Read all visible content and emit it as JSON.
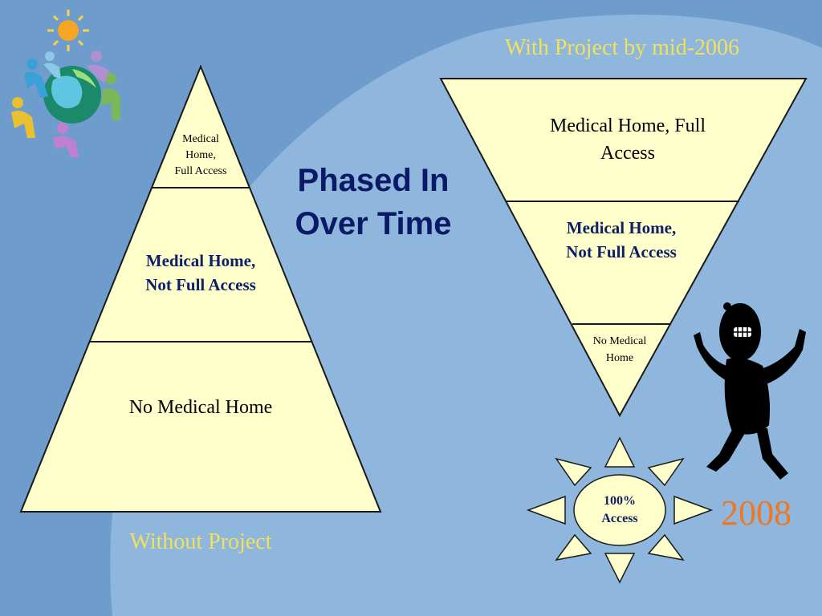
{
  "colors": {
    "background": "#6e9ccc",
    "arc": "#8fb6dd",
    "triangle_fill": "#ffffcc",
    "title": "#0b1a66",
    "caption": "#f2e15a",
    "year": "#ee7722"
  },
  "title": {
    "line1": "Phased In",
    "line2": "Over Time"
  },
  "pyramid": {
    "top_line1": "Medical",
    "top_line2": "Home,",
    "top_line3": "Full Access",
    "middle_line1": "Medical Home,",
    "middle_line2": "Not Full Access",
    "bottom": "No Medical Home",
    "caption": "Without Project"
  },
  "inverted": {
    "header": "With Project by mid-2006",
    "top_line1": "Medical Home, Full",
    "top_line2": "Access",
    "middle_line1": "Medical Home,",
    "middle_line2": "Not Full Access",
    "bottom_line1": "No Medical",
    "bottom_line2": "Home"
  },
  "sun": {
    "line1": "100%",
    "line2": "Access"
  },
  "year": "2008",
  "icons": [
    "people-around-globe-icon",
    "cheering-man-icon",
    "sun-icon"
  ]
}
